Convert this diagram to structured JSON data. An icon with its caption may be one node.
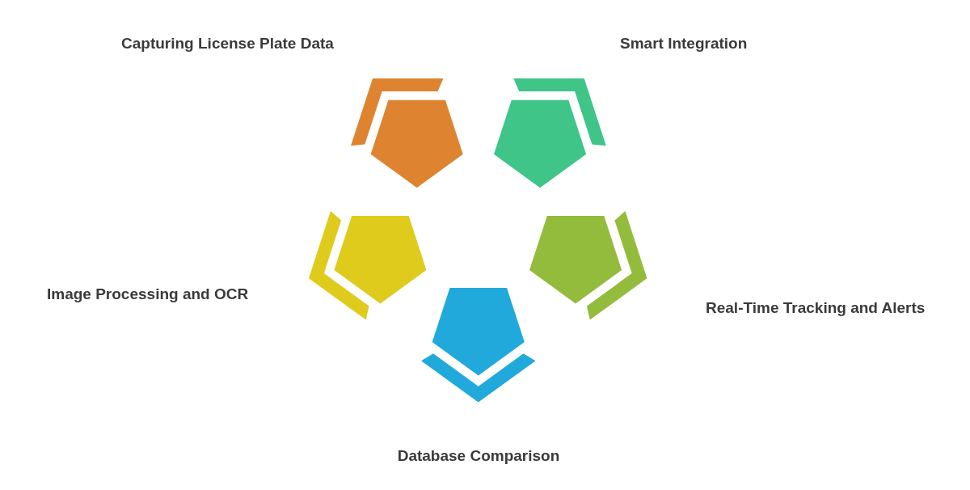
{
  "diagram": {
    "nodes": [
      {
        "text": [],
        "shape": "pentagon",
        "beside": [
          "Capturing License Plate Data"
        ]
      },
      {
        "text": [],
        "shape": "pentagon",
        "beside": [
          "Smart Integration"
        ]
      },
      {
        "text": [],
        "shape": "pentagon",
        "beside": [
          "Image Processing and OCR"
        ]
      },
      {
        "text": [],
        "shape": "pentagon",
        "beside": [
          "Real-Time Tracking and Alerts"
        ]
      },
      {
        "text": [],
        "shape": "pentagon",
        "beside": [
          "Database Comparison"
        ]
      }
    ]
  }
}
